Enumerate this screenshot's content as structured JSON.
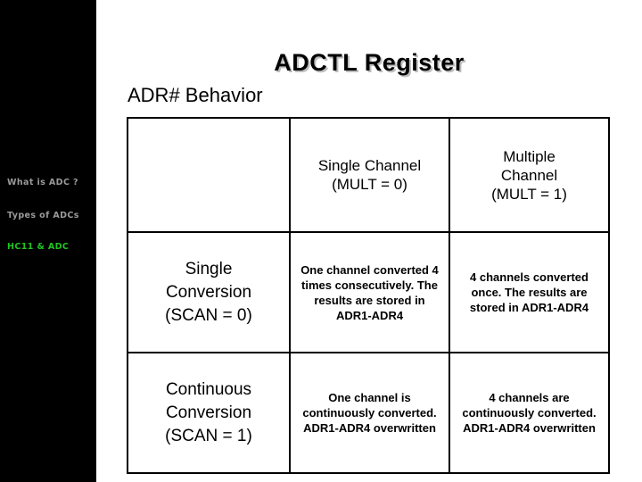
{
  "slide": {
    "title": "ADCTL Register",
    "subtitle": "ADR# Behavior",
    "title_shadow_color": "#bdbdbd",
    "background_color": "#ffffff"
  },
  "sidebar": {
    "background_color": "#000000",
    "items": [
      {
        "label": "What is ADC ?",
        "color": "#9a9a9a",
        "state": "inactive"
      },
      {
        "label": "Types of ADCs",
        "color": "#9a9a9a",
        "state": "inactive"
      },
      {
        "label": "HC11 & ADC",
        "color": "#1fc41f",
        "state": "active"
      }
    ]
  },
  "table": {
    "corner_label": "",
    "column_headers": [
      "",
      "Single Channel\n(MULT = 0)",
      "Multiple Channel\n(MULT = 1)"
    ],
    "column_headers_lines": [
      [],
      [
        "Single Channel",
        "(MULT = 0)"
      ],
      [
        "Multiple",
        "Channel",
        "(MULT = 1)"
      ]
    ],
    "rows": [
      {
        "label_lines": [
          "Single",
          "Conversion",
          "(SCAN = 0)"
        ],
        "label": "Single Conversion (SCAN = 0)",
        "cells": [
          "One channel converted 4 times consecutively.  The results are stored in ADR1-ADR4",
          "4 channels converted once. The results are stored in ADR1-ADR4"
        ]
      },
      {
        "label_lines": [
          "Continuous",
          "Conversion",
          "(SCAN = 1)"
        ],
        "label": "Continuous Conversion (SCAN = 1)",
        "cells": [
          "One channel is continuously converted. ADR1-ADR4 overwritten",
          "4 channels are continuously converted. ADR1-ADR4 overwritten"
        ]
      }
    ]
  }
}
